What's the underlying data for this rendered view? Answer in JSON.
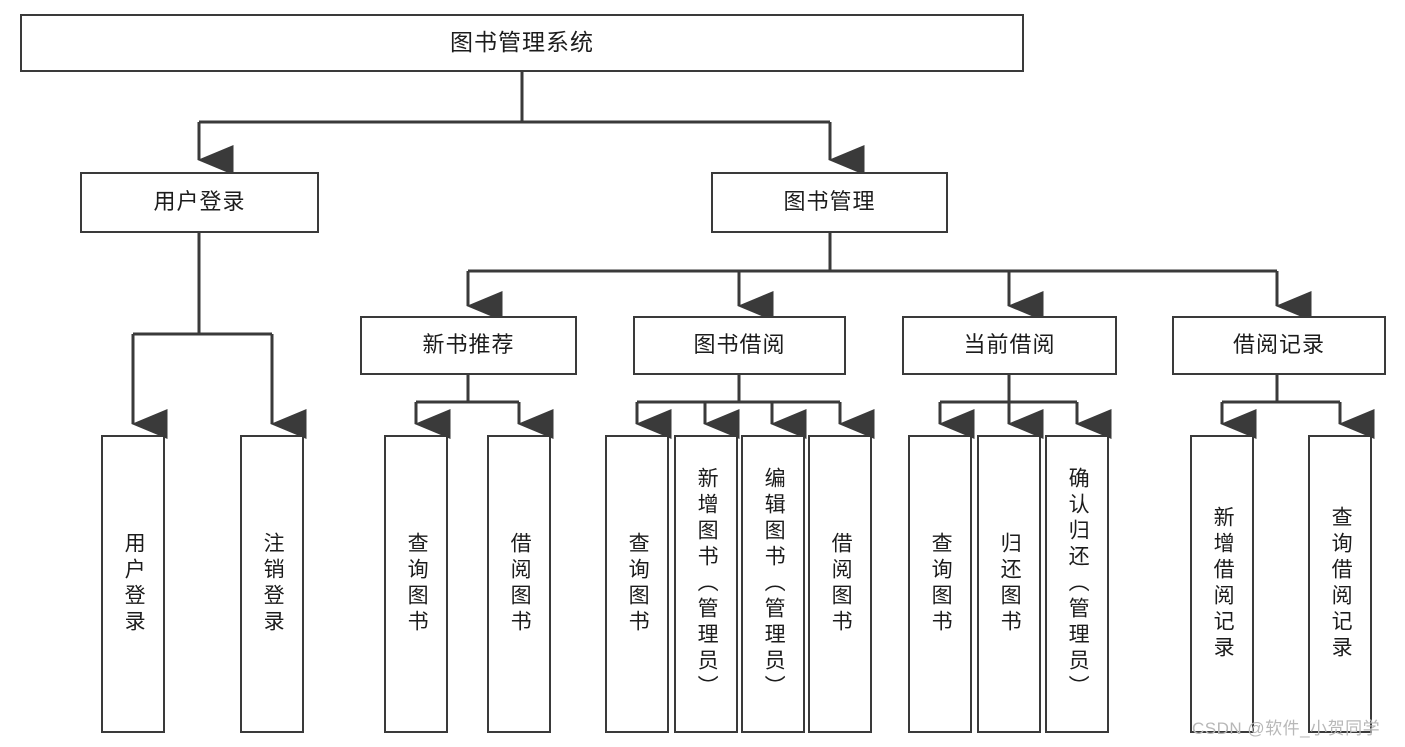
{
  "diagram": {
    "title": "图书管理系统",
    "type": "tree-hierarchy-diagram",
    "root": {
      "label": "图书管理系统"
    },
    "level2": [
      {
        "label": "用户登录"
      },
      {
        "label": "图书管理"
      }
    ],
    "level3": [
      {
        "label": "新书推荐"
      },
      {
        "label": "图书借阅"
      },
      {
        "label": "当前借阅"
      },
      {
        "label": "借阅记录"
      }
    ],
    "leaves": {
      "user_login": [
        {
          "label": "用户登录"
        },
        {
          "label": "注销登录"
        }
      ],
      "new_book_recommend": [
        {
          "label": "查询图书"
        },
        {
          "label": "借阅图书"
        }
      ],
      "book_borrow": [
        {
          "label": "查询图书"
        },
        {
          "label": "新增图书（管理员）"
        },
        {
          "label": "编辑图书（管理员）"
        },
        {
          "label": "借阅图书"
        }
      ],
      "current_borrow": [
        {
          "label": "查询图书"
        },
        {
          "label": "归还图书"
        },
        {
          "label": "确认归还（管理员）"
        }
      ],
      "borrow_record": [
        {
          "label": "新增借阅记录"
        },
        {
          "label": "查询借阅记录"
        }
      ]
    }
  },
  "watermark": {
    "text": "CSDN @软件_小贺同学"
  },
  "colors": {
    "border": "#3a3a3a",
    "text": "#1c1c1c",
    "background": "#ffffff",
    "watermark": "#b8b8b8"
  }
}
